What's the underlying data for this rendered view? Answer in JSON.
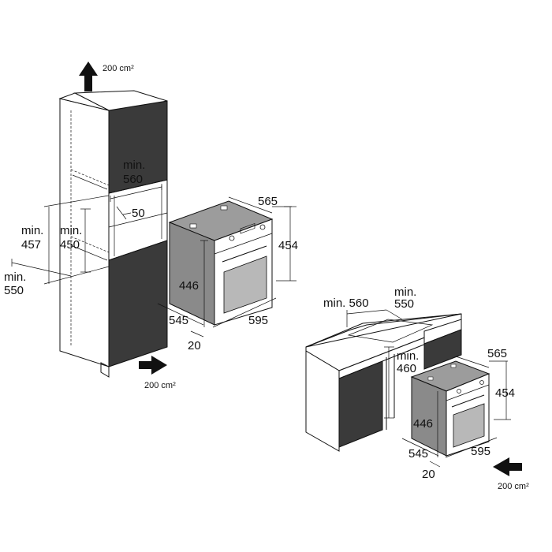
{
  "tall_unit": {
    "ventilation_top": "200 cm²",
    "ventilation_bottom": "200 cm²",
    "width_min_label": "min.",
    "width_min_value": "560",
    "gap_value": "50",
    "height_min1_label": "min.",
    "height_min1_value": "457",
    "height_min2_label": "min.",
    "height_min2_value": "450",
    "depth_min_label": "min.",
    "depth_min_value": "550"
  },
  "oven_1": {
    "depth": "565",
    "height": "454",
    "inner_height": "446",
    "inner_depth": "545",
    "width": "595",
    "front": "20"
  },
  "under_counter": {
    "width_min_label": "min. 560",
    "depth_min_label": "min.",
    "depth_min_value": "550",
    "height_min_label": "min.",
    "height_min_value": "460"
  },
  "oven_2": {
    "depth": "565",
    "height": "454",
    "inner_height": "446",
    "inner_depth": "545",
    "width": "595",
    "front": "20",
    "ventilation": "200 cm²"
  }
}
